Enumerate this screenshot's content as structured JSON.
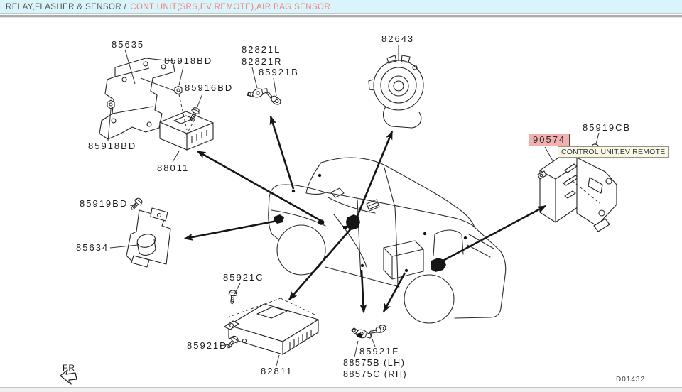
{
  "header": {
    "breadcrumb": {
      "section": "RELAY,FLASHER & SENSOR /",
      "page": "CONT UNIT(SRS,EV REMOTE),AIR BAG SENSOR"
    }
  },
  "diagram": {
    "part_labels": [
      {
        "text": "85635"
      },
      {
        "text": "85918BD"
      },
      {
        "text": "85916BD"
      },
      {
        "text": "85918BD"
      },
      {
        "text": "88011"
      },
      {
        "text": "82821L"
      },
      {
        "text": "82821R"
      },
      {
        "text": "85921B"
      },
      {
        "text": "82643"
      },
      {
        "text": "85919CB"
      },
      {
        "text": "85919BD"
      },
      {
        "text": "85634"
      },
      {
        "text": "85921C"
      },
      {
        "text": "85921D"
      },
      {
        "text": "82811"
      },
      {
        "text": "85921F"
      },
      {
        "text": "88575B (LH)"
      },
      {
        "text": "88575C (RH)"
      }
    ],
    "highlight": {
      "part_no": "90574",
      "tooltip": "CONTROL UNIT,EV REMOTE",
      "highlight_bg": "#f3b0b0",
      "tooltip_bg": "#fbf8e1"
    },
    "front_marker": "FR",
    "drawing_code": "D01432",
    "colors": {
      "header_bg": "#d9f4fb",
      "breadcrumb_section": "#555555",
      "breadcrumb_page": "#f47c7c",
      "line": "#222222"
    }
  }
}
